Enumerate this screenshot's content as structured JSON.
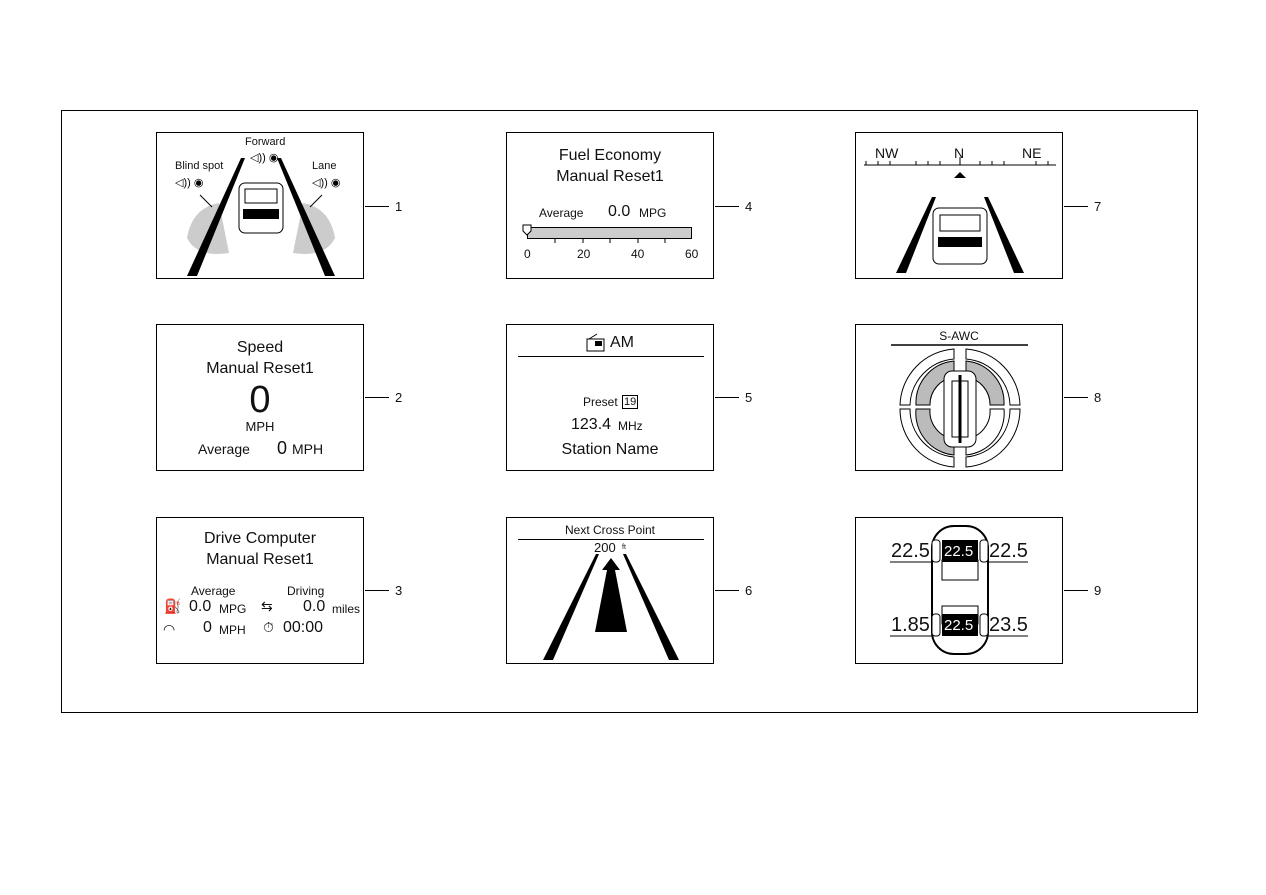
{
  "panels": {
    "p1": {
      "forward": "Forward",
      "blind_spot": "Blind spot",
      "lane": "Lane"
    },
    "p2": {
      "title": "Speed",
      "subtitle": "Manual Reset1",
      "value": "0",
      "unit": "MPH",
      "avg_label": "Average",
      "avg_value": "0",
      "avg_unit": "MPH"
    },
    "p3": {
      "title": "Drive Computer",
      "subtitle": "Manual Reset1",
      "col1": "Average",
      "col2": "Driving",
      "fuel_value": "0.0",
      "fuel_unit": "MPG",
      "dist_value": "0.0",
      "dist_unit": "miles",
      "speed_value": "0",
      "speed_unit": "MPH",
      "time_value": "00:00"
    },
    "p4": {
      "title": "Fuel Economy",
      "subtitle": "Manual Reset1",
      "avg_label": "Average",
      "avg_value": "0.0",
      "avg_unit": "MPG",
      "ticks": [
        "0",
        "20",
        "40",
        "60"
      ]
    },
    "p5": {
      "band": "AM",
      "preset_label": "Preset",
      "preset_num": "19",
      "freq": "123.4",
      "freq_unit": "MHz",
      "station": "Station Name"
    },
    "p6": {
      "title": "Next Cross Point",
      "distance": "200",
      "dist_unit": "ft"
    },
    "p7": {
      "nw": "NW",
      "n": "N",
      "ne": "NE"
    },
    "p8": {
      "title": "S-AWC"
    },
    "p9": {
      "fl": "22.5",
      "fr": "22.5",
      "rl": "1.85",
      "rr": "23.5",
      "fl_in": "22.5",
      "rl_in": "22.5"
    }
  },
  "callouts": [
    "1",
    "2",
    "3",
    "4",
    "5",
    "6",
    "7",
    "8",
    "9"
  ]
}
